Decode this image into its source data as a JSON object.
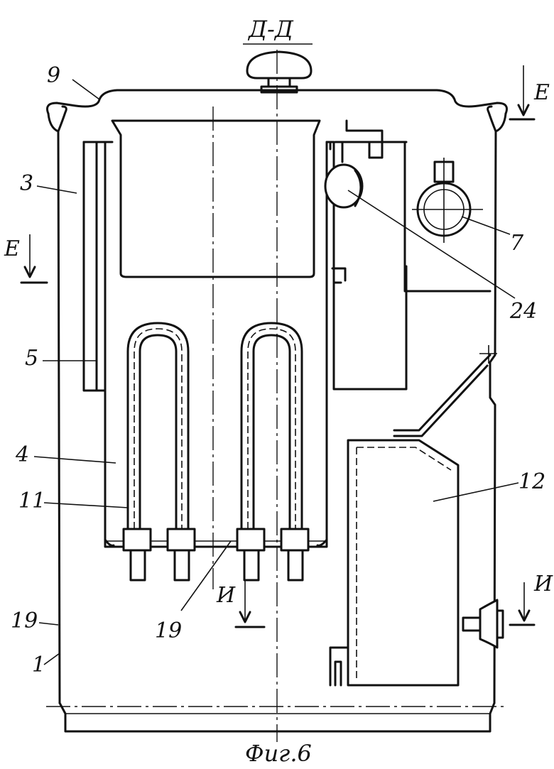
{
  "figure": {
    "section_title": "Д-Д",
    "caption": "Фиг.6"
  },
  "section_marks": [
    {
      "id": "E-right",
      "letter": "Е"
    },
    {
      "id": "E-left",
      "letter": "Е"
    },
    {
      "id": "I-center",
      "letter": "И"
    },
    {
      "id": "I-right",
      "letter": "И"
    }
  ],
  "callouts": [
    {
      "id": "9",
      "text": "9"
    },
    {
      "id": "3",
      "text": "3"
    },
    {
      "id": "E-lbl",
      "text": "Е"
    },
    {
      "id": "5",
      "text": "5"
    },
    {
      "id": "4",
      "text": "4"
    },
    {
      "id": "11",
      "text": "11"
    },
    {
      "id": "19-left",
      "text": "19"
    },
    {
      "id": "1",
      "text": "1"
    },
    {
      "id": "7",
      "text": "7"
    },
    {
      "id": "24",
      "text": "24"
    },
    {
      "id": "12",
      "text": "12"
    },
    {
      "id": "19-center",
      "text": "19"
    }
  ]
}
